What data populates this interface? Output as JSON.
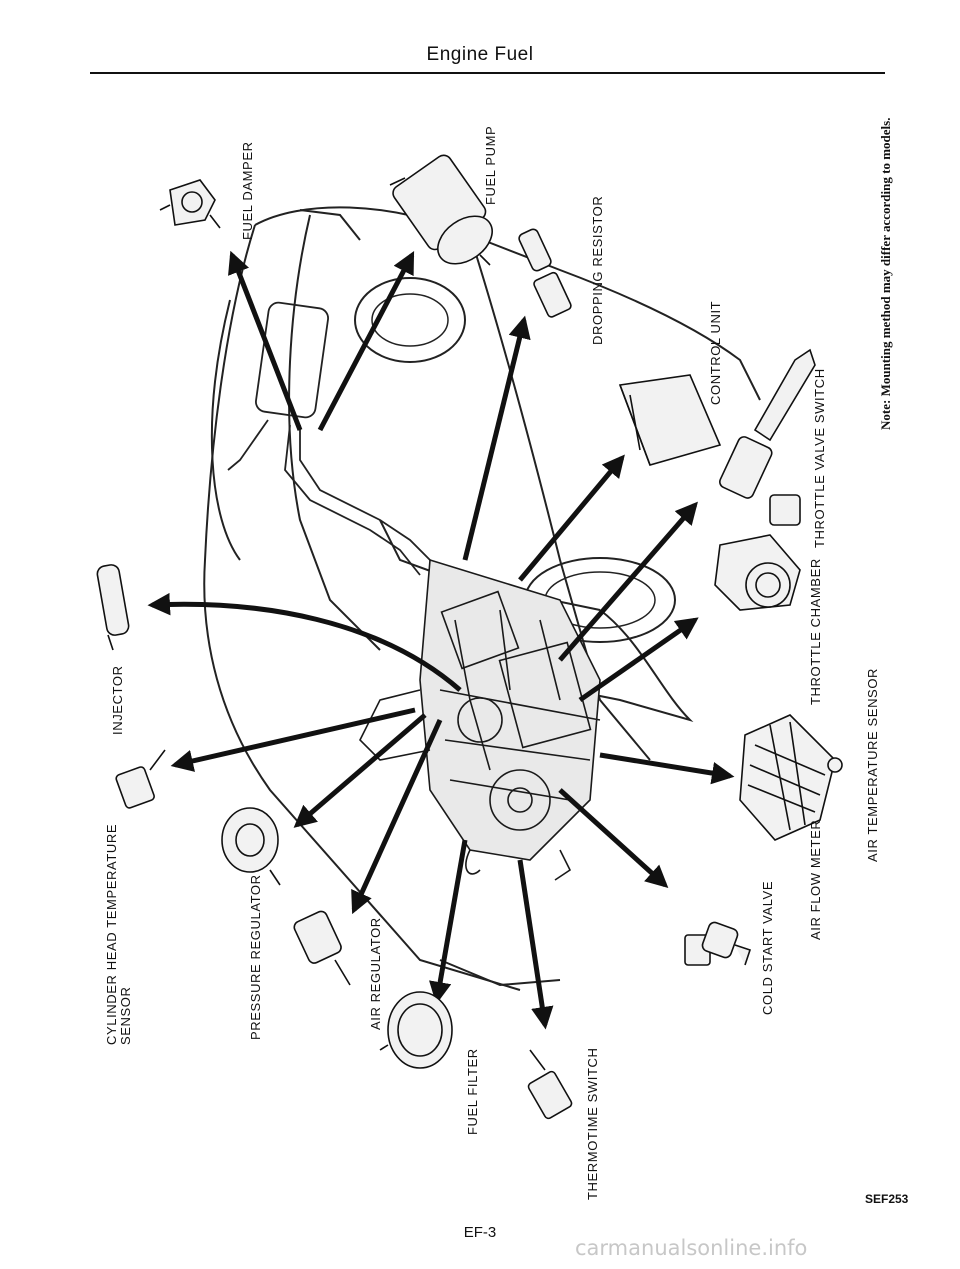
{
  "header": {
    "title": "Engine Fuel"
  },
  "labels": {
    "fuel_damper": "FUEL DAMPER",
    "fuel_pump": "FUEL PUMP",
    "dropping_resistor": "DROPPING RESISTOR",
    "control_unit": "CONTROL UNIT",
    "throttle_valve_switch": "THROTTLE VALVE SWITCH",
    "throttle_chamber": "THROTTLE CHAMBER",
    "air_temperature_sensor": "AIR TEMPERATURE SENSOR",
    "air_flow_meter": "AIR FLOW METER",
    "cold_start_valve": "COLD START VALVE",
    "thermotime_switch": "THERMOTIME SWITCH",
    "fuel_filter": "FUEL FILTER",
    "air_regulator": "AIR REGULATOR",
    "pressure_regulator": "PRESSURE REGULATOR",
    "cyl_head_temp_line1": "CYLINDER HEAD TEMPERATURE",
    "cyl_head_temp_line2": "SENSOR",
    "injector": "INJECTOR"
  },
  "note": "Note: Mounting method may differ according to models.",
  "figure_ref": "SEF253",
  "page_number": "EF-3",
  "watermark": "carmanualsonline.info"
}
